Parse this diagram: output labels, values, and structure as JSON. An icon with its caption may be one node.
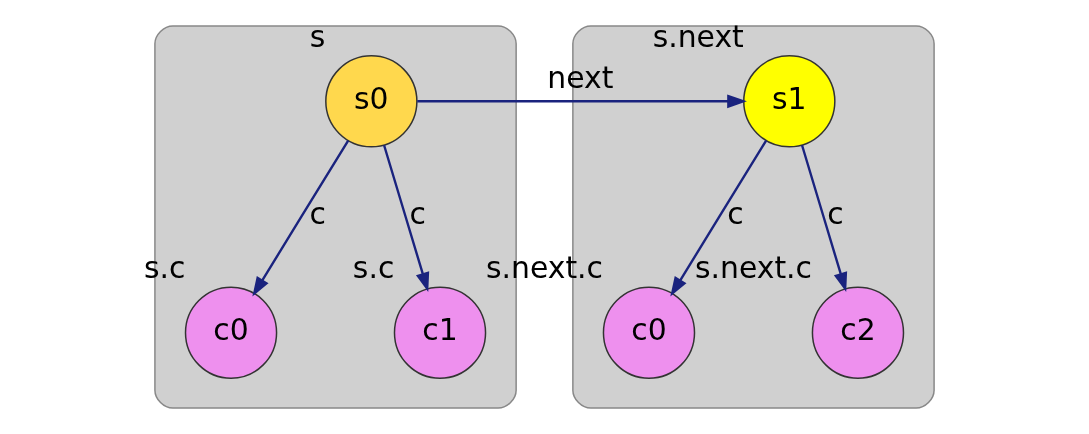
{
  "diagram": {
    "nodes": [
      {
        "text": [],
        "shape": "box"
      },
      {
        "text": [
          "s0"
        ],
        "beside": [
          "s"
        ],
        "in": 0
      },
      {
        "text": [
          "c0"
        ],
        "beside": [
          "s.c"
        ],
        "in": 0
      },
      {
        "text": [
          "c1"
        ],
        "beside": [
          "s.c"
        ],
        "in": 0
      },
      {
        "text": [],
        "shape": "box"
      },
      {
        "text": [
          "s1"
        ],
        "beside": [
          "s.next"
        ],
        "in": 4
      },
      {
        "text": [
          "c0"
        ],
        "beside": [
          "s.next.c"
        ],
        "in": 4
      },
      {
        "text": [
          "c2"
        ],
        "beside": [
          "s.next.c"
        ],
        "in": 4
      }
    ],
    "edges": [
      {
        "from": 1,
        "to": 2,
        "arrow": "to",
        "label": "c"
      },
      {
        "from": 1,
        "to": 3,
        "arrow": "to",
        "label": "c"
      },
      {
        "from": 1,
        "to": 5,
        "arrow": "to",
        "label": "next"
      },
      {
        "from": 5,
        "to": 6,
        "arrow": "to",
        "label": "c"
      },
      {
        "from": 5,
        "to": 7,
        "arrow": "to",
        "label": "c"
      }
    ]
  }
}
